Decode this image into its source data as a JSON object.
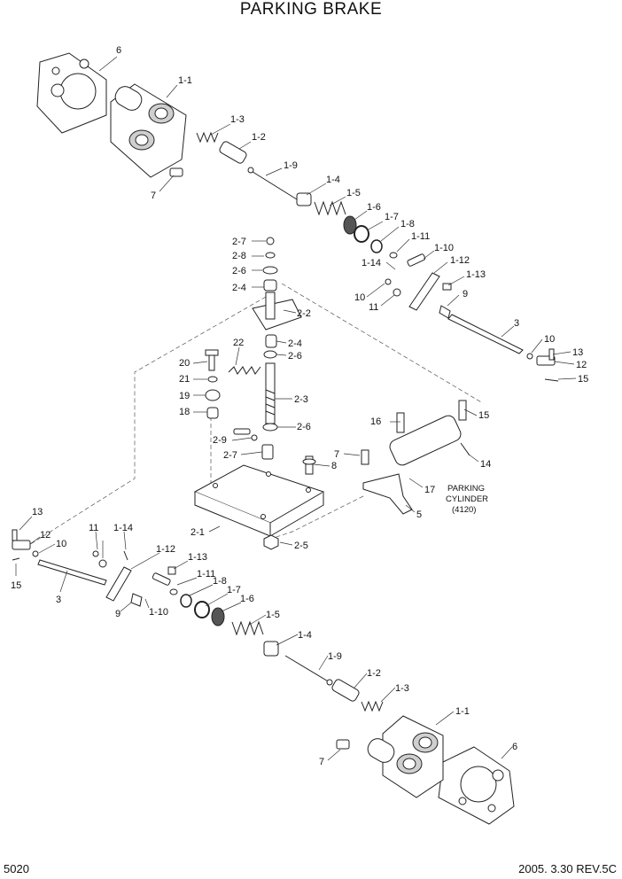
{
  "title": "PARKING BRAKE",
  "page_number": "5020",
  "revision": "2005. 3.30  REV.5C",
  "annotation": {
    "lines": [
      "PARKING",
      "CYLINDER",
      "(4120)"
    ]
  },
  "labels": {
    "top": [
      "6",
      "1-1",
      "1-3",
      "1-2",
      "7",
      "1-9",
      "1-4",
      "1-5",
      "1-6",
      "1-7",
      "1-8",
      "1-11",
      "1-10",
      "1-14",
      "1-12",
      "1-13",
      "10",
      "11",
      "9"
    ],
    "center": [
      "2-7",
      "2-8",
      "2-6",
      "2-4",
      "2-2",
      "22",
      "2-4",
      "2-6",
      "20",
      "21",
      "19",
      "2-3",
      "18",
      "2-6",
      "2-9",
      "2-7",
      "2-1",
      "2-5",
      "7",
      "8",
      "16",
      "15",
      "14",
      "17",
      "5",
      "3",
      "10",
      "13",
      "12",
      "15"
    ],
    "bottom": [
      "13",
      "12",
      "10",
      "11",
      "1-14",
      "15",
      "3",
      "1-12",
      "1-13",
      "1-11",
      "1-8",
      "1-7",
      "1-6",
      "9",
      "1-10",
      "1-5",
      "1-4",
      "1-9",
      "1-2",
      "1-3",
      "1-1",
      "7",
      "6"
    ]
  }
}
